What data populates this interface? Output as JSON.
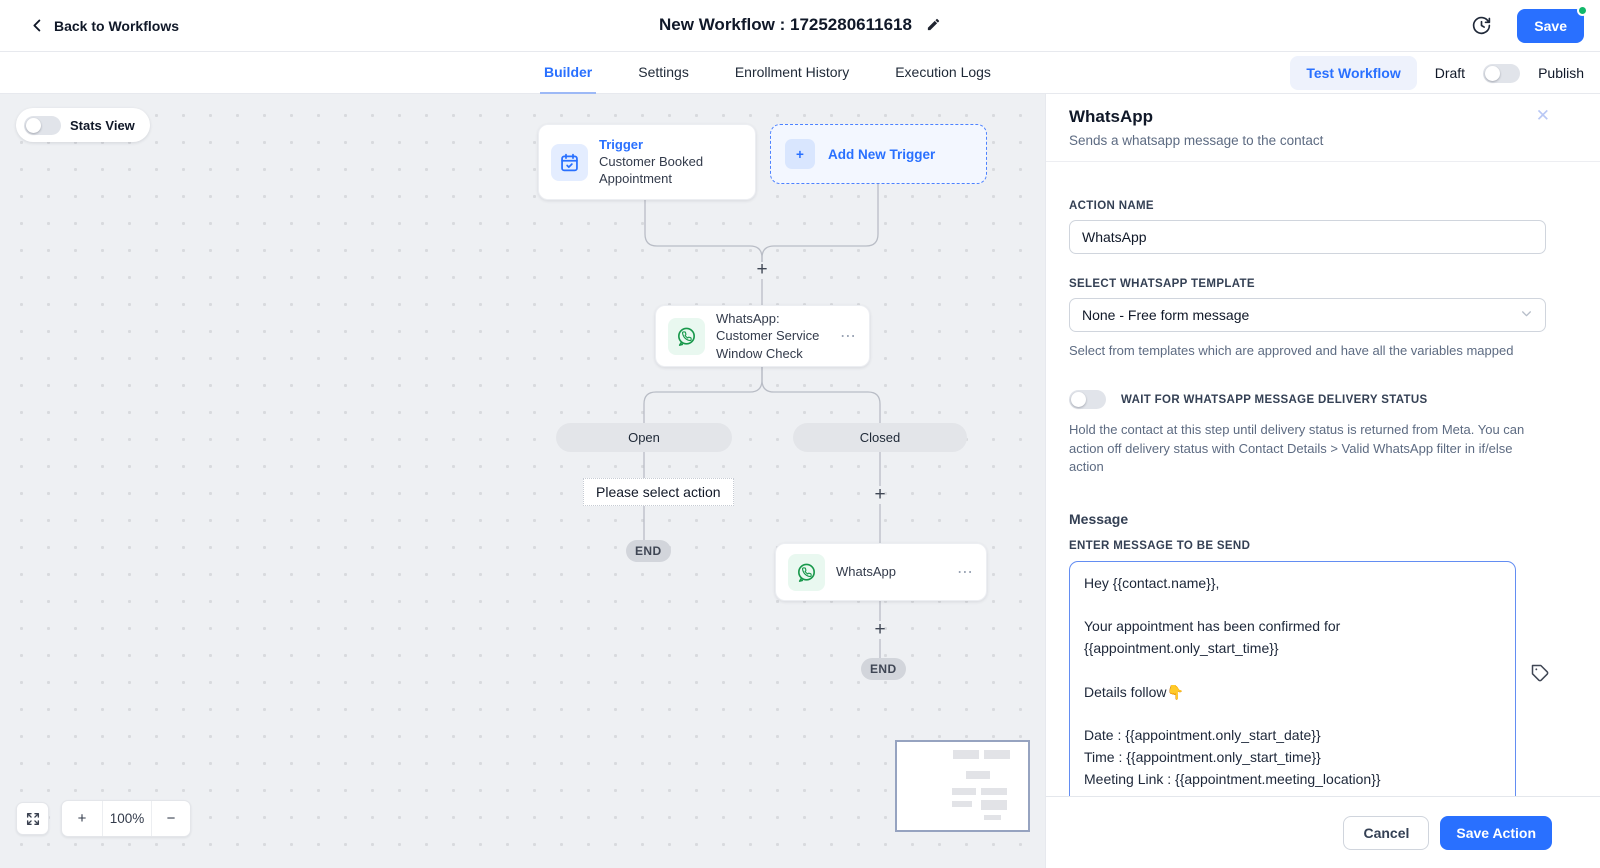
{
  "topbar": {
    "back_label": "Back to Workflows",
    "title": "New Workflow : 1725280611618",
    "save_label": "Save"
  },
  "tabs": {
    "items": [
      "Builder",
      "Settings",
      "Enrollment History",
      "Execution Logs"
    ],
    "active": "Builder",
    "test_workflow_label": "Test Workflow",
    "draft_label": "Draft",
    "publish_label": "Publish"
  },
  "canvas": {
    "stats_view_label": "Stats View",
    "trigger_node": {
      "kind_label": "Trigger",
      "title": "Customer Booked Appointment"
    },
    "add_trigger_label": "Add New Trigger",
    "whatsapp_check_node": {
      "title": "WhatsApp: Customer Service Window Check"
    },
    "whatsapp_node": {
      "title": "WhatsApp"
    },
    "branch_open_label": "Open",
    "branch_closed_label": "Closed",
    "select_action_label": "Please select action",
    "end_label": "END",
    "plus": "+",
    "menu_dots": "⋯",
    "zoom_in": "+",
    "zoom_out": "−",
    "zoom_level": "100%"
  },
  "panel": {
    "title": "WhatsApp",
    "subtitle": "Sends a whatsapp message to the contact",
    "close_icon": "✕",
    "action_name_label": "ACTION NAME",
    "action_name_value": "WhatsApp",
    "template_label": "SELECT WHATSAPP TEMPLATE",
    "template_value": "None - Free form message",
    "template_help": "Select from templates which are approved and have all the variables mapped",
    "wait_toggle_label": "WAIT FOR WHATSAPP MESSAGE DELIVERY STATUS",
    "wait_toggle_help": "Hold the contact at this step until delivery status is returned from Meta. You can action off delivery status with Contact Details > Valid WhatsApp filter in if/else action",
    "message_heading": "Message",
    "message_label": "ENTER MESSAGE TO BE SEND",
    "message_value": "Hey {{contact.name}},\n\nYour appointment has been confirmed for {{appointment.only_start_time}}\n\nDetails follow👇\n\nDate : {{appointment.only_start_date}}\nTime : {{appointment.only_start_time}}\nMeeting Link : {{appointment.meeting_location}}",
    "cancel_label": "Cancel",
    "save_action_label": "Save Action"
  },
  "colors": {
    "accent": "#2970ff",
    "whatsapp_green": "#18984b",
    "status_dot_green": "#12b76a",
    "canvas_bg": "#eef0f3"
  }
}
